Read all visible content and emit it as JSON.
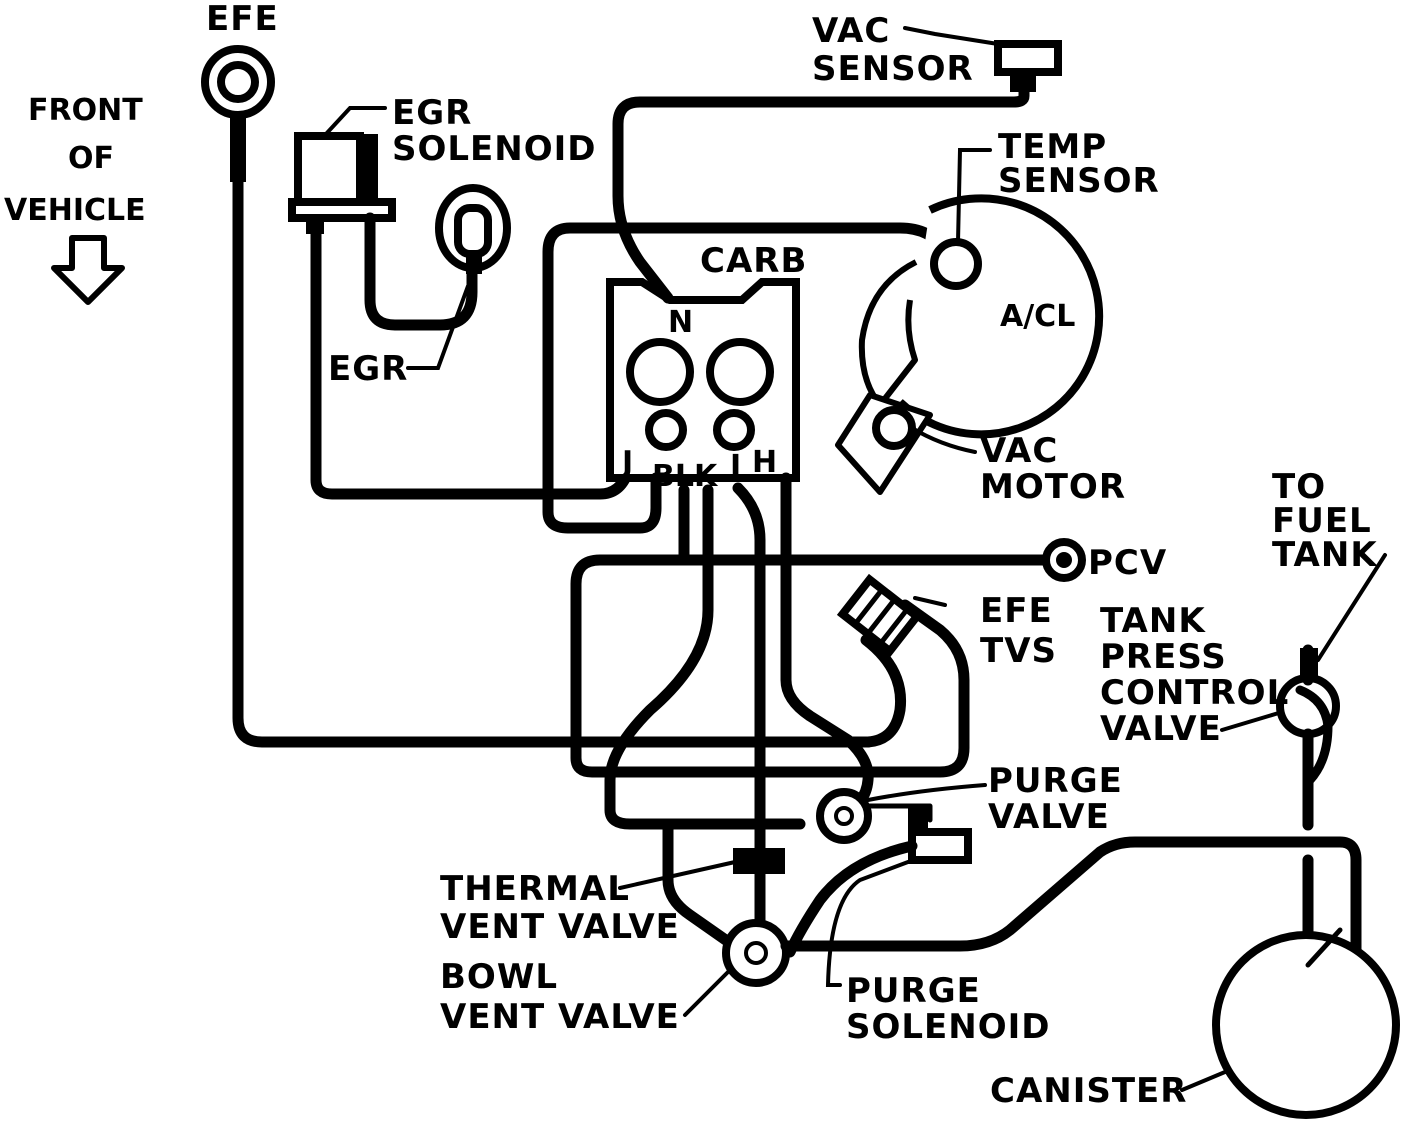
{
  "labels": {
    "efe": "EFE",
    "front_of_vehicle": [
      "FRONT",
      "OF",
      "VEHICLE"
    ],
    "egr_solenoid": [
      "EGR",
      "SOLENOID"
    ],
    "egr": "EGR",
    "vac_sensor": [
      "VAC",
      "SENSOR"
    ],
    "temp_sensor": [
      "TEMP",
      "SENSOR"
    ],
    "carb": "CARB",
    "carb_port_n": "N",
    "carb_port_j": "J",
    "carb_port_blk": "BLK",
    "carb_port_i": "I",
    "carb_port_h": "H",
    "a_cl": "A/CL",
    "vac_motor": [
      "VAC",
      "MOTOR"
    ],
    "pcv": "PCV",
    "efe_tvs": [
      "EFE",
      "TVS"
    ],
    "to_fuel_tank": [
      "TO",
      "FUEL",
      "TANK"
    ],
    "tank_press_control_valve": [
      "TANK",
      "PRESS",
      "CONTROL",
      "VALVE"
    ],
    "purge_valve": [
      "PURGE",
      "VALVE"
    ],
    "thermal_vent_valve": [
      "THERMAL",
      "VENT  VALVE"
    ],
    "bowl_vent_valve": [
      "BOWL",
      "VENT  VALVE"
    ],
    "purge_solenoid": [
      "PURGE",
      "SOLENOID"
    ],
    "canister": "CANISTER"
  }
}
